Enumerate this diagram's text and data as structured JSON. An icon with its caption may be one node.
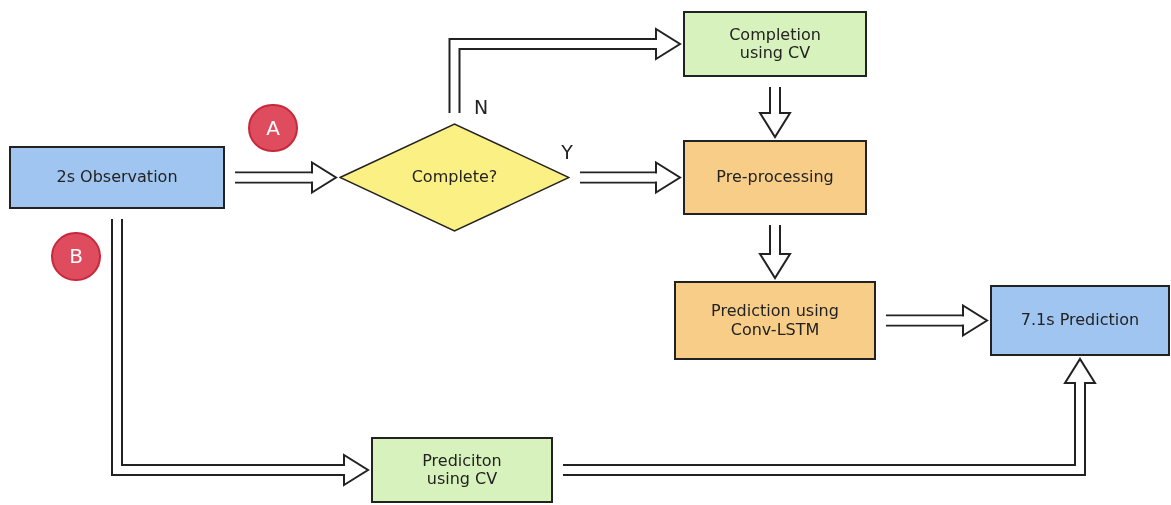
{
  "diagram": {
    "nodes": [
      {
        "text": [
          "2s Observation"
        ]
      },
      {
        "text": [
          "Complete?"
        ]
      },
      {
        "text": [
          "Completion using CV"
        ]
      },
      {
        "text": [
          "Pre-processing"
        ]
      },
      {
        "text": [
          "Prediction using Conv-LSTM"
        ]
      },
      {
        "text": [
          "7.1s Prediction"
        ]
      },
      {
        "text": [
          "Prediciton using CV"
        ]
      },
      {
        "text": [
          "A"
        ]
      },
      {
        "text": [
          "B"
        ]
      }
    ],
    "edges": [
      {
        "from": 0,
        "to": 1,
        "arrow": "to"
      },
      {
        "from": 1,
        "to": 2,
        "arrow": "to",
        "label": "N"
      },
      {
        "from": 1,
        "to": 3,
        "arrow": "to",
        "label": "Y"
      },
      {
        "from": 2,
        "to": 3,
        "arrow": "to"
      },
      {
        "from": 3,
        "to": 4,
        "arrow": "to"
      },
      {
        "from": 4,
        "to": 5,
        "arrow": "to"
      },
      {
        "from": 0,
        "to": 6,
        "arrow": "to"
      },
      {
        "from": 6,
        "to": 5,
        "arrow": "to"
      }
    ]
  }
}
